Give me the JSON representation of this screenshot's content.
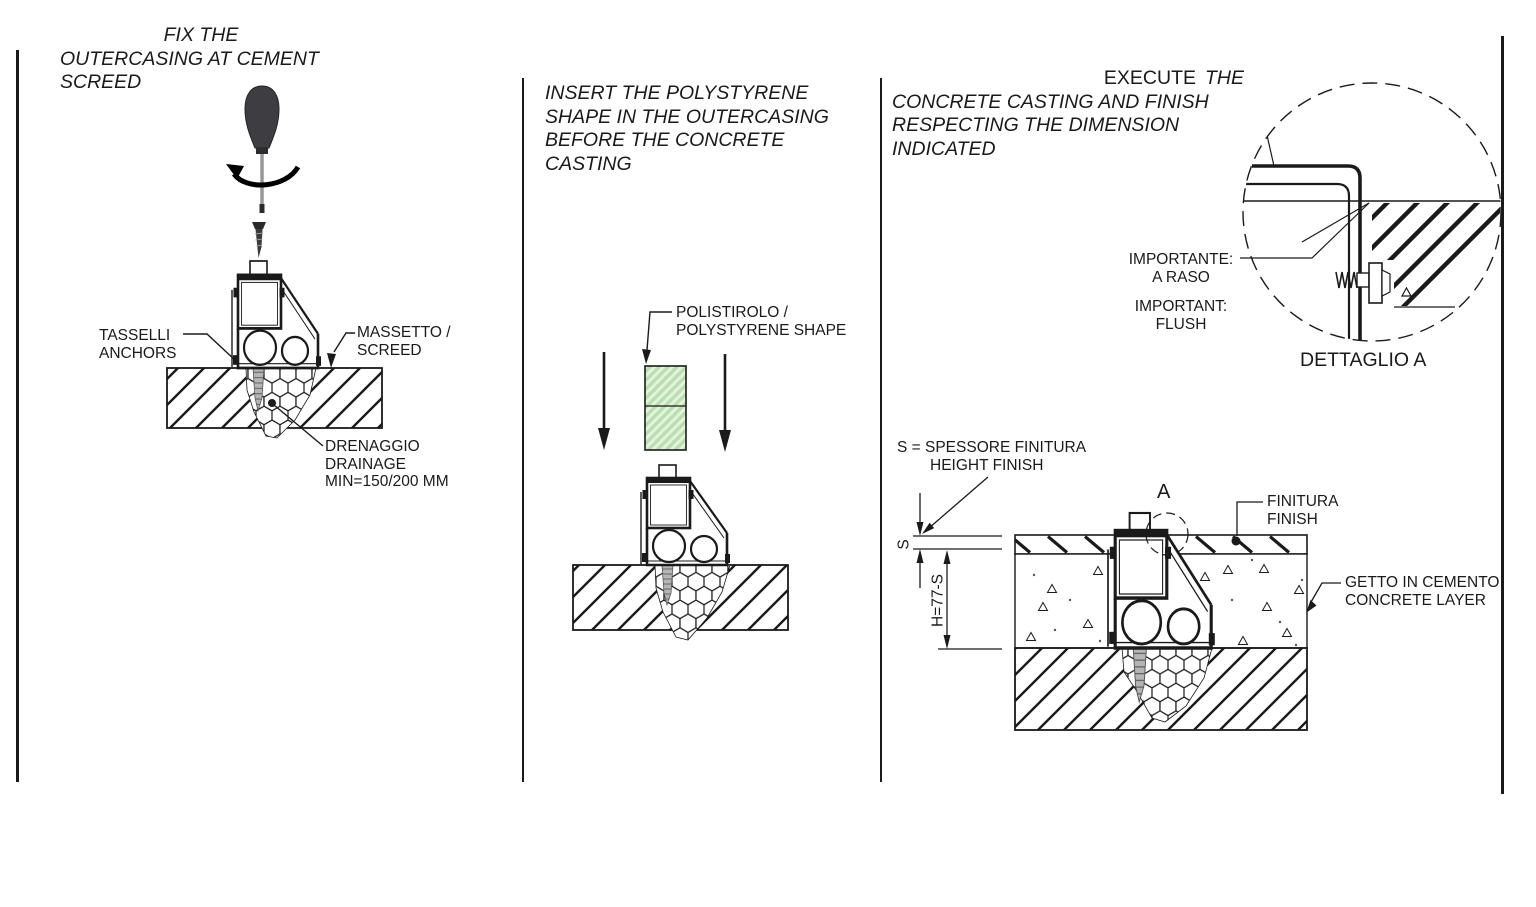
{
  "page": {
    "ink_color": "#1a1a1a",
    "background": "#ffffff"
  },
  "panel1": {
    "title_lines": [
      "FIX THE",
      "OUTERCASING AT CEMENT",
      "SCREED"
    ],
    "labels": {
      "anchors": [
        "TASSELLI",
        "ANCHORS"
      ],
      "screed": [
        "MASSETTO /",
        "SCREED"
      ],
      "drainage": [
        "DRENAGGIO",
        "DRAINAGE",
        "MIN=150/200 MM"
      ]
    }
  },
  "panel2": {
    "title_lines": [
      "INSERT THE POLYSTYRENE",
      "SHAPE IN THE OUTERCASING",
      "BEFORE THE CONCRETE",
      "CASTING"
    ],
    "labels": {
      "polystyrene": [
        "POLISTIROLO /",
        "POLYSTYRENE SHAPE"
      ]
    },
    "polystyrene_fill": "#e4f2dc",
    "polystyrene_hatch": "#b7dfae"
  },
  "panel3": {
    "title_word_upright": "EXECUTE",
    "title_word_italic": "THE",
    "title_lines": [
      "CONCRETE CASTING AND FINISH",
      "RESPECTING THE DIMENSION",
      "INDICATED"
    ],
    "detail_title": "DETTAGLIO A",
    "labels": {
      "important_it": [
        "IMPORTANTE:",
        "A RASO"
      ],
      "important_en": [
        "IMPORTANT:",
        "FLUSH"
      ],
      "spessore": [
        "S = SPESSORE FINITURA",
        "HEIGHT FINISH"
      ],
      "finitura": [
        "FINITURA",
        "FINISH"
      ],
      "getto": [
        "GETTO IN CEMENTO",
        "CONCRETE LAYER"
      ],
      "dim_s": "S",
      "dim_h": "H=77-S",
      "detail_marker": "A"
    }
  }
}
